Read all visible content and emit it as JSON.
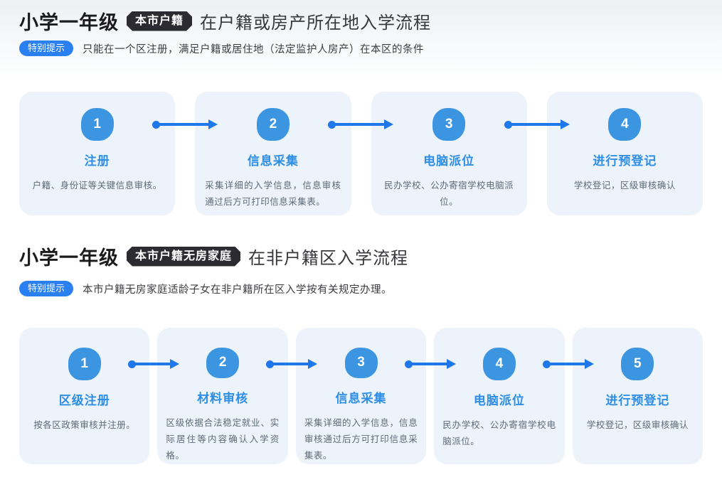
{
  "colors": {
    "accent_arrow_blue": "#1E78E9",
    "step_badge_blue": "#3C95E1",
    "step_title_blue": "#2E8EE6",
    "tip_pill_blue": "#2B80F1",
    "dark_badge": "#2B2B31",
    "card_background": "#ECF3FA",
    "heading_text": "#1B1B1B",
    "description_text": "#5D6B77"
  },
  "sections": [
    {
      "title_prefix": "小学一年级",
      "title_badge": "本市户籍",
      "title_suffix": "在户籍或房产所在地入学流程",
      "tip_label": "特别提示",
      "tip_text": "只能在一个区注册，满足户籍或居住地（法定监护人房产）在本区的条件",
      "steps": [
        {
          "num": "1",
          "title": "注册",
          "desc": "户籍、身份证等关键信息审核。"
        },
        {
          "num": "2",
          "title": "信息采集",
          "desc": "采集详细的入学信息，信息审核通过后方可打印信息采集表。"
        },
        {
          "num": "3",
          "title": "电脑派位",
          "desc": "民办学校、公办寄宿学校电脑派位。"
        },
        {
          "num": "4",
          "title": "进行预登记",
          "desc": "学校登记，区级审核确认"
        }
      ]
    },
    {
      "title_prefix": "小学一年级",
      "title_badge": "本市户籍无房家庭",
      "title_suffix": "在非户籍区入学流程",
      "tip_label": "特别提示",
      "tip_text": "本市户籍无房家庭适龄子女在非户籍所在区入学按有关规定办理。",
      "steps": [
        {
          "num": "1",
          "title": "区级注册",
          "desc": "按各区政策审核并注册。"
        },
        {
          "num": "2",
          "title": "材料审核",
          "desc": "区级依据合法稳定就业、实际居住等内容确认入学资格。"
        },
        {
          "num": "3",
          "title": "信息采集",
          "desc": "采集详细的入学信息，信息审核通过后方可打印信息采集表。"
        },
        {
          "num": "4",
          "title": "电脑派位",
          "desc": "民办学校、公办寄宿学校电脑派位。"
        },
        {
          "num": "5",
          "title": "进行预登记",
          "desc": "学校登记，区级审核确认"
        }
      ]
    }
  ]
}
